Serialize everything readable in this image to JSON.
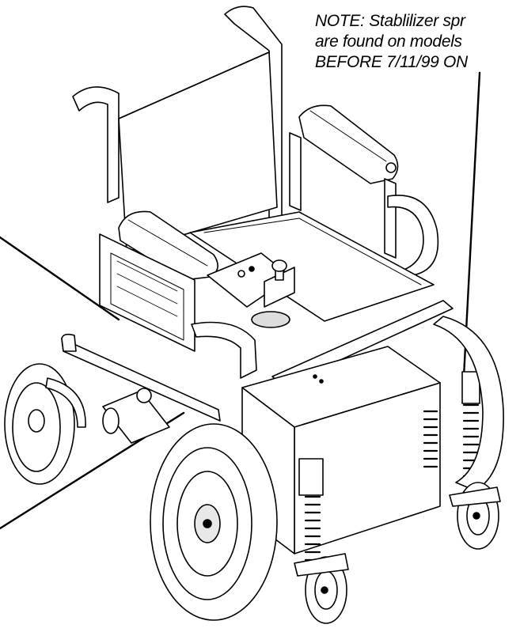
{
  "note": {
    "lines": [
      "NOTE: Stablilizer spr",
      "are found on models",
      "BEFORE 7/11/99 ON"
    ]
  },
  "colors": {
    "ink": "#000000",
    "paper": "#ffffff",
    "shade": "#e8e8e8"
  },
  "icons": {
    "joystick": "joystick-icon"
  }
}
